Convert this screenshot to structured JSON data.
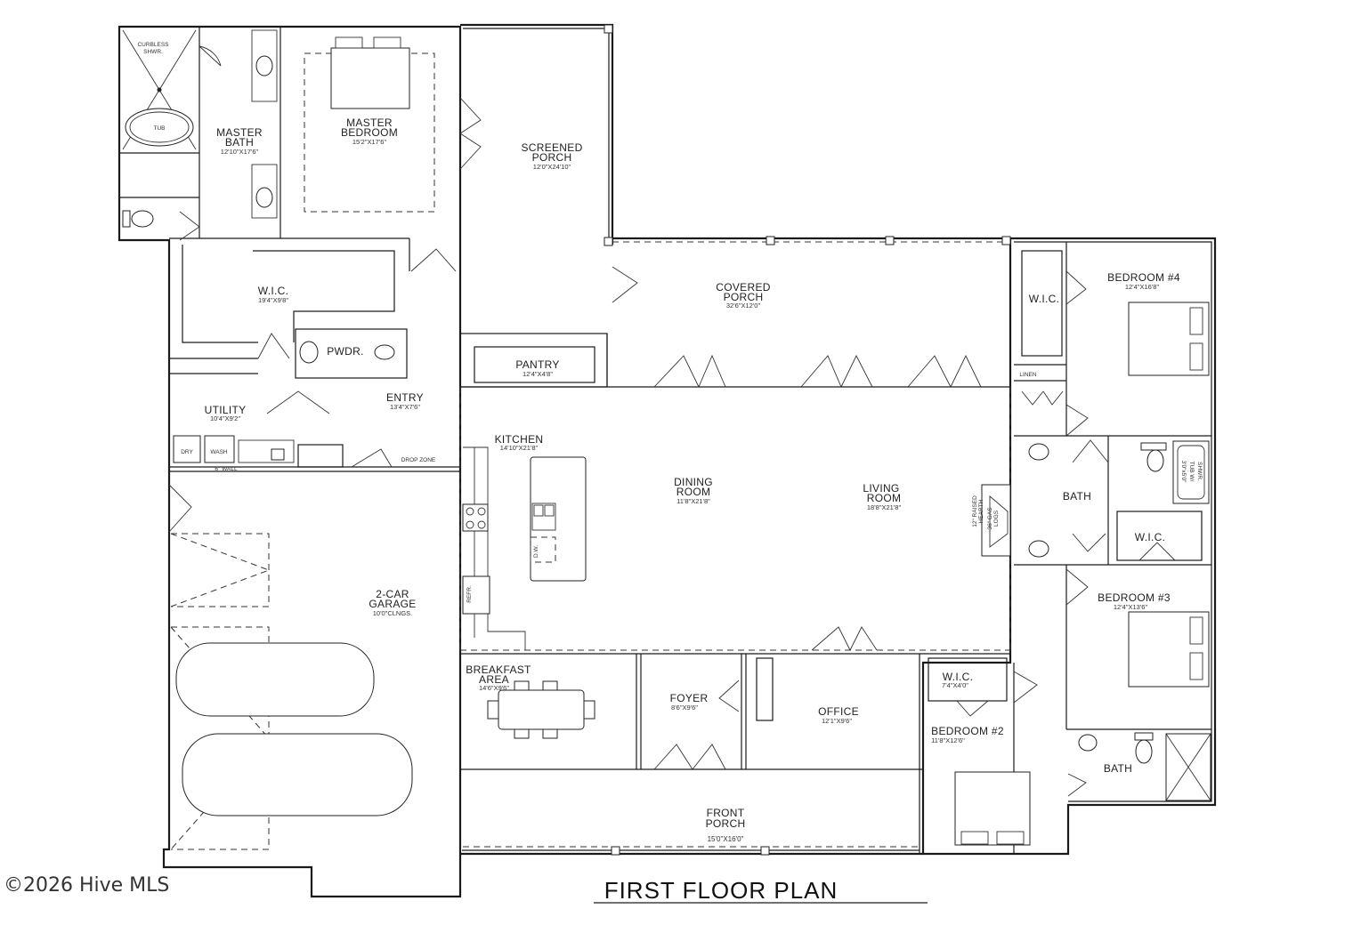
{
  "plan": {
    "title": "FIRST FLOOR PLAN",
    "watermark": "©2026 Hive MLS",
    "rooms": {
      "curbless_shower": [
        "CURBLESS",
        "SHWR."
      ],
      "tub": "TUB",
      "master_bath": {
        "name": [
          "MASTER",
          "BATH"
        ],
        "dim": "12'10\"X17'6\""
      },
      "master_bedroom": {
        "name": [
          "MASTER",
          "BEDROOM"
        ],
        "dim": "15'2\"X17'6\""
      },
      "screened_porch": {
        "name": [
          "SCREENED",
          "PORCH"
        ],
        "dim": "12'0\"X24'10\""
      },
      "wic_master": {
        "name": "W.I.C.",
        "dim": "19'4\"X9'8\""
      },
      "pwdr": "PWDR.",
      "covered_porch": {
        "name": [
          "COVERED",
          "PORCH"
        ],
        "dim": "32'6\"X12'0\""
      },
      "pantry": {
        "name": "PANTRY",
        "dim": "12'4\"X4'8\""
      },
      "entry": {
        "name": "ENTRY",
        "dim": "13'4\"X7'6\""
      },
      "utility": {
        "name": "UTILITY",
        "dim": "10'4\"X9'2\""
      },
      "dry": "DRY",
      "wash": "WASH",
      "wall_note": "6\" WALL",
      "drop_zone": "DROP ZONE",
      "kitchen": {
        "name": "KITCHEN",
        "dim": "14'10\"X21'8\""
      },
      "dining_room": {
        "name": [
          "DINING",
          "ROOM"
        ],
        "dim": "11'8\"X21'8\""
      },
      "living_room": {
        "name": [
          "LIVING",
          "ROOM"
        ],
        "dim": "18'8\"X21'8\""
      },
      "raised_hearth": [
        "12\" RAISED",
        "HEARTH"
      ],
      "gas_logs": [
        "36\" GAS",
        "LOGS"
      ],
      "dw": "D.W.",
      "refr": "REFR.",
      "garage": {
        "name": [
          "2-CAR",
          "GARAGE"
        ],
        "dim": "10'0\"CLNGS."
      },
      "breakfast_area": {
        "name": [
          "BREAKFAST",
          "AREA"
        ],
        "dim": "14'6\"X9'6\""
      },
      "foyer": {
        "name": "FOYER",
        "dim": "8'6\"X9'6\""
      },
      "office": {
        "name": "OFFICE",
        "dim": "12'1\"X9'6\""
      },
      "front_porch": {
        "name": [
          "FRONT",
          "PORCH"
        ],
        "dim": "15'0\"X16'0\""
      },
      "bedroom4": {
        "name": "BEDROOM #4",
        "dim": "12'4\"X16'8\""
      },
      "wic_bed4": "W.I.C.",
      "linen": "LINEN",
      "bath_hall": "BATH",
      "tub_shwr": [
        "3'0\"x5'0\"",
        "TUB W/",
        "SHWR."
      ],
      "wic_bed3": "W.I.C.",
      "bedroom3": {
        "name": "BEDROOM #3",
        "dim": "12'4\"X13'6\""
      },
      "wic_bed2": {
        "name": "W.I.C.",
        "dim": "7'4\"X4'0\""
      },
      "bedroom2": {
        "name": "BEDROOM #2",
        "dim": "11'8\"X12'6\""
      },
      "bath_bed3": "BATH"
    }
  }
}
